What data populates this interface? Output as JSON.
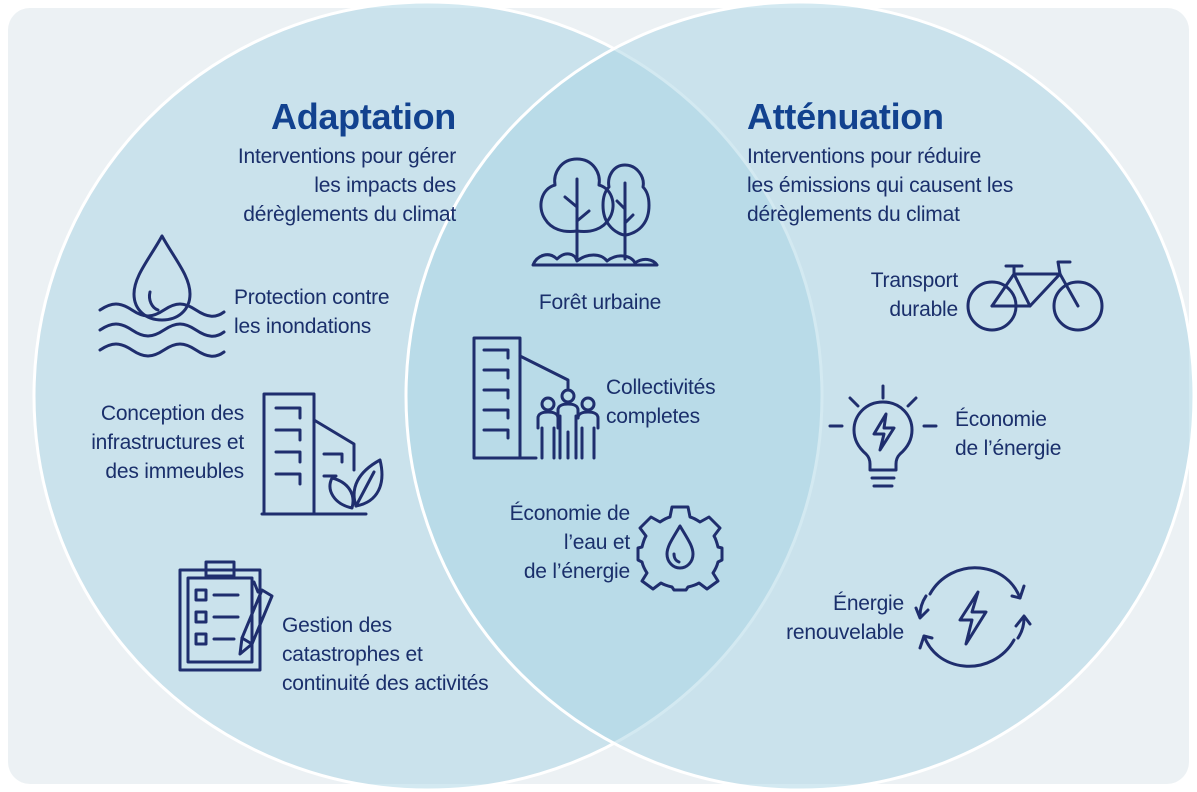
{
  "colors": {
    "background": "#ecf1f4",
    "circle_fill": "#a7d3e3",
    "circle_stroke": "#ffffff",
    "heading": "#12428f",
    "text": "#1a2f6b",
    "icon": "#1f2e6e"
  },
  "adaptation": {
    "title": "Adaptation",
    "description_lines": [
      "Interventions pour gérer",
      "les impacts des",
      "dérèglements du climat"
    ],
    "items": [
      {
        "icon": "water-drop-waves-icon",
        "lines": [
          "Protection contre",
          "les inondations"
        ]
      },
      {
        "icon": "building-leaf-icon",
        "lines": [
          "Conception des",
          "infrastructures et",
          "des immeubles"
        ]
      },
      {
        "icon": "clipboard-pen-icon",
        "lines": [
          "Gestion des",
          "catastrophes et",
          "continuité des activités"
        ]
      }
    ]
  },
  "overlap": {
    "items": [
      {
        "icon": "trees-icon",
        "lines": [
          "Forêt urbaine"
        ]
      },
      {
        "icon": "building-people-icon",
        "lines": [
          "Collectivités",
          "completes"
        ]
      },
      {
        "icon": "gear-drop-icon",
        "lines": [
          "Économie de",
          "l’eau et",
          "de l’énergie"
        ]
      }
    ]
  },
  "mitigation": {
    "title": "Atténuation",
    "description_lines": [
      "Interventions pour réduire",
      "les émissions qui causent les",
      "dérèglements du climat"
    ],
    "items": [
      {
        "icon": "bicycle-icon",
        "lines": [
          "Transport",
          "durable"
        ]
      },
      {
        "icon": "lightbulb-bolt-icon",
        "lines": [
          "Économie",
          "de l’énergie"
        ]
      },
      {
        "icon": "renewable-cycle-bolt-icon",
        "lines": [
          "Énergie",
          "renouvelable"
        ]
      }
    ]
  }
}
